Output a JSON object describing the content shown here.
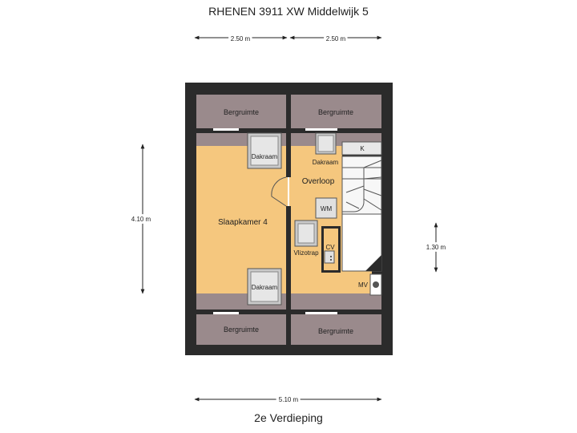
{
  "title": "RHENEN 3911 XW Middelwijk 5",
  "floor_name": "2e Verdieping",
  "dimensions": {
    "top_left": "2.50 m",
    "top_right": "2.50 m",
    "left_height": "4.10 m",
    "right_height": "1.30 m",
    "bottom_width": "5.10 m"
  },
  "rooms": {
    "storage_top_left": "Bergruimte",
    "storage_top_right": "Bergruimte",
    "storage_bottom_left": "Bergruimte",
    "storage_bottom_right": "Bergruimte",
    "bedroom": "Slaapkamer 4",
    "landing": "Overloop"
  },
  "fixtures": {
    "skylight_bedroom_top": "Dakraam",
    "skylight_bedroom_bottom": "Dakraam",
    "skylight_landing": "Dakraam",
    "washing_machine": "WM",
    "boiler": "CV",
    "loft_ladder": "Vlizotrap",
    "ventilation": "MV",
    "cupboard": "K"
  },
  "colors": {
    "wall": "#2b2b2b",
    "room_fill": "#f5c77e",
    "storage_fill": "#9a8a8c",
    "fixture_fill": "#e0e0e0",
    "white": "#ffffff"
  }
}
